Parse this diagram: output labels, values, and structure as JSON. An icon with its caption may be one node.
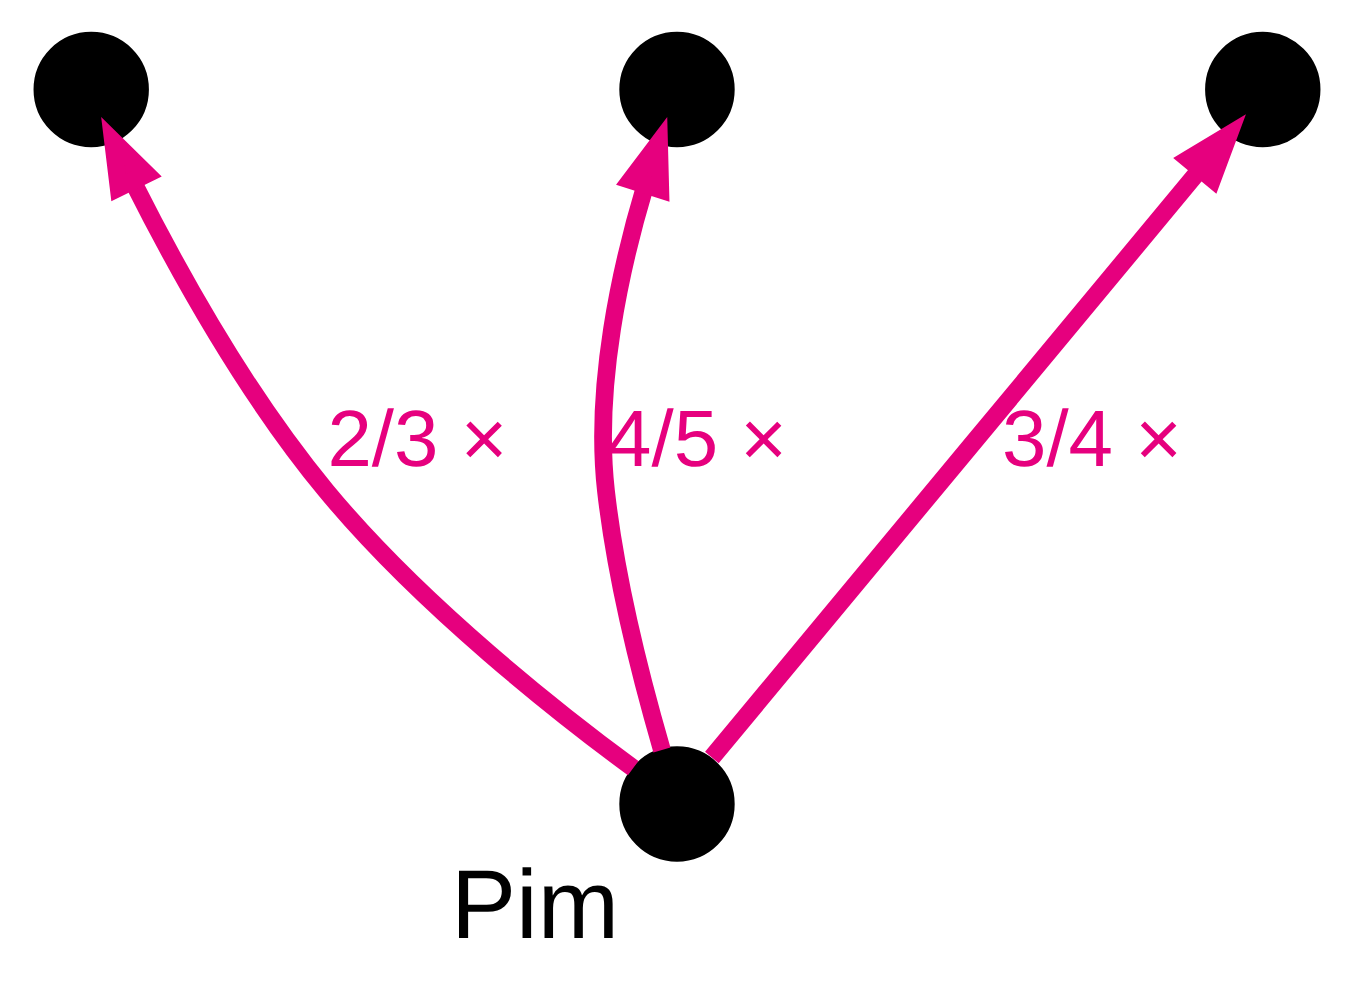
{
  "diagram": {
    "nodes": [
      {
        "text": [],
        "shape": "circle",
        "beside": [
          "Pim"
        ]
      },
      {
        "text": [],
        "shape": "circle"
      },
      {
        "text": [],
        "shape": "circle"
      },
      {
        "text": [],
        "shape": "circle"
      }
    ],
    "edges": [
      {
        "from": 0,
        "to": 1,
        "arrow": "to",
        "label": "2/3 ×"
      },
      {
        "from": 0,
        "to": 2,
        "arrow": "to",
        "label": "4/5 ×"
      },
      {
        "from": 0,
        "to": 3,
        "arrow": "to",
        "label": "3/4 ×"
      }
    ]
  }
}
